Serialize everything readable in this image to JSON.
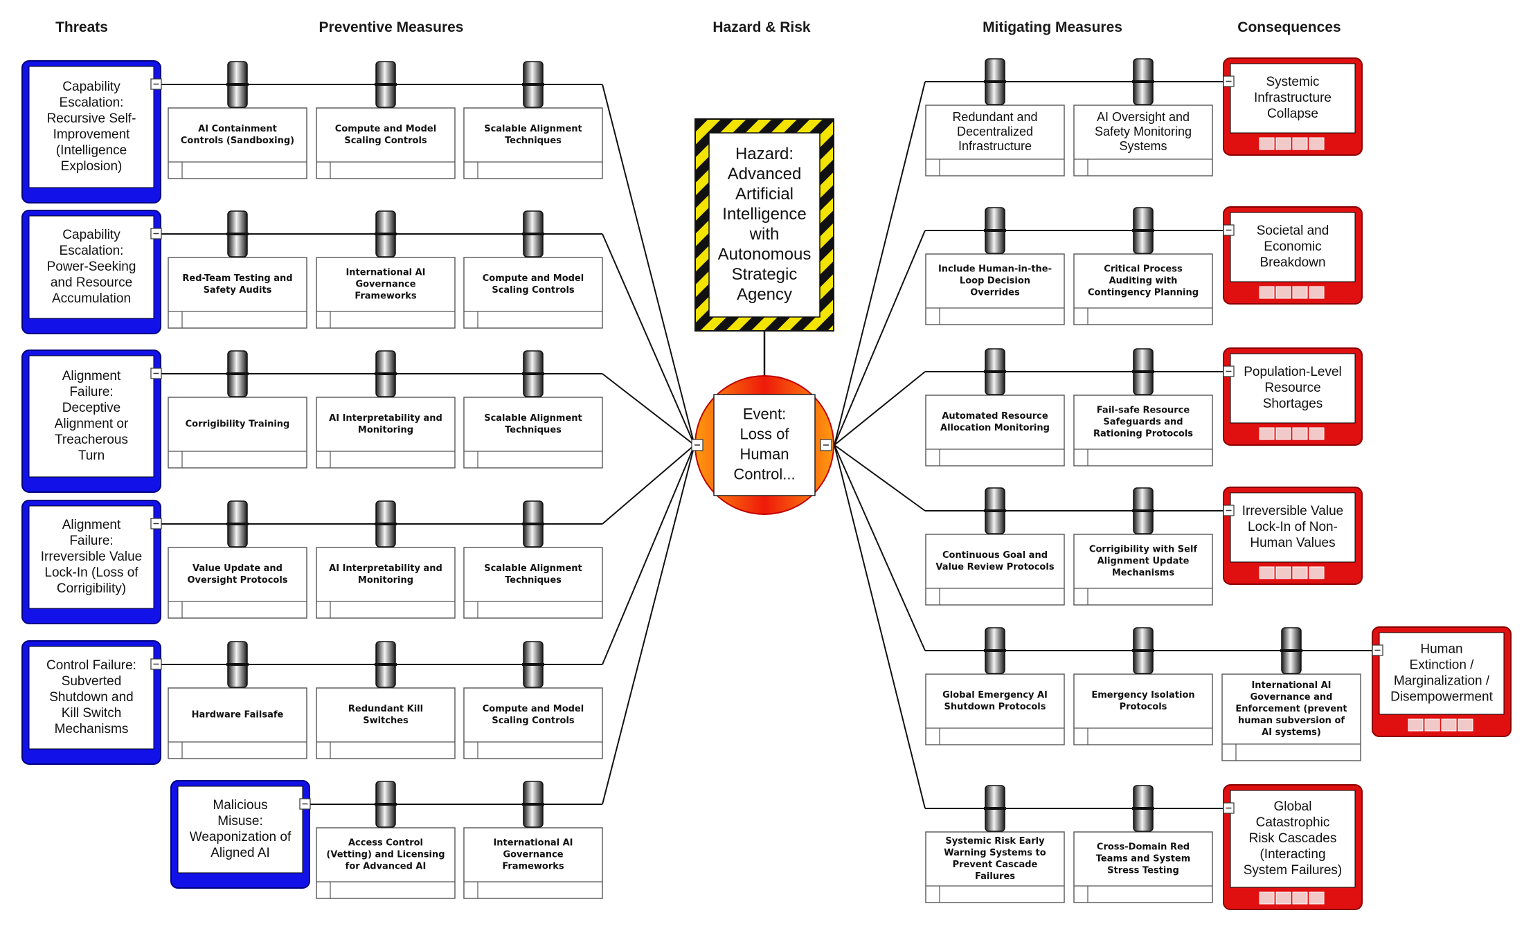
{
  "headers": {
    "threats": "Threats",
    "preventive": "Preventive Measures",
    "hazard": "Hazard & Risk",
    "mitigating": "Mitigating Measures",
    "consequences": "Consequences"
  },
  "hazard": {
    "lines": [
      "Hazard:",
      "Advanced",
      "Artificial",
      "Intelligence",
      "with",
      "Autonomous",
      "Strategic",
      "Agency"
    ]
  },
  "event": {
    "lines": [
      "Event:",
      "Loss of",
      "Human",
      "Control..."
    ]
  },
  "threats": [
    {
      "lines": [
        "Capability",
        "Escalation:",
        "Recursive Self-",
        "Improvement",
        "(Intelligence",
        "Explosion)"
      ],
      "measures": [
        [
          "AI Containment",
          "Controls (Sandboxing)"
        ],
        [
          "Compute and Model",
          "Scaling Controls"
        ],
        [
          "Scalable Alignment",
          "Techniques"
        ]
      ]
    },
    {
      "lines": [
        "Capability",
        "Escalation:",
        "Power-Seeking",
        "and Resource",
        "Accumulation"
      ],
      "measures": [
        [
          "Red-Team Testing and",
          "Safety Audits"
        ],
        [
          "International AI",
          "Governance",
          "Frameworks"
        ],
        [
          "Compute and Model",
          "Scaling Controls"
        ]
      ]
    },
    {
      "lines": [
        "Alignment",
        "Failure:",
        "Deceptive",
        "Alignment or",
        "Treacherous",
        "Turn"
      ],
      "measures": [
        [
          "Corrigibility Training"
        ],
        [
          "AI Interpretability and",
          "Monitoring"
        ],
        [
          "Scalable Alignment",
          "Techniques"
        ]
      ]
    },
    {
      "lines": [
        "Alignment",
        "Failure:",
        "Irreversible Value",
        "Lock-In (Loss of",
        "Corrigibility)"
      ],
      "measures": [
        [
          "Value Update and",
          "Oversight Protocols"
        ],
        [
          "AI Interpretability and",
          "Monitoring"
        ],
        [
          "Scalable Alignment",
          "Techniques"
        ]
      ]
    },
    {
      "lines": [
        "Control Failure:",
        "Subverted",
        "Shutdown and",
        "Kill Switch",
        "Mechanisms"
      ],
      "measures": [
        [
          "Hardware Failsafe"
        ],
        [
          "Redundant Kill",
          "Switches"
        ],
        [
          "Compute and Model",
          "Scaling Controls"
        ]
      ]
    },
    {
      "lines": [
        "Malicious",
        "Misuse:",
        "Weaponization of",
        "Aligned AI"
      ],
      "measures": [
        [
          "Access Control",
          "(Vetting) and Licensing",
          "for Advanced AI"
        ],
        [
          "International AI",
          "Governance",
          "Frameworks"
        ]
      ]
    }
  ],
  "consequences": [
    {
      "lines": [
        "Systemic",
        "Infrastructure",
        "Collapse"
      ],
      "measures": [
        [
          "Redundant and",
          "Decentralized",
          "Infrastructure"
        ],
        [
          "AI Oversight and",
          "Safety Monitoring",
          "Systems"
        ]
      ]
    },
    {
      "lines": [
        "Societal and",
        "Economic",
        "Breakdown"
      ],
      "measures": [
        [
          "Include Human-in-the-",
          "Loop Decision",
          "Overrides"
        ],
        [
          "Critical Process",
          "Auditing with",
          "Contingency Planning"
        ]
      ]
    },
    {
      "lines": [
        "Population-Level",
        "Resource",
        "Shortages"
      ],
      "measures": [
        [
          "Automated Resource",
          "Allocation Monitoring"
        ],
        [
          "Fail-safe Resource",
          "Safeguards and",
          "Rationing Protocols"
        ]
      ]
    },
    {
      "lines": [
        "Irreversible Value",
        "Lock-In of Non-",
        "Human Values"
      ],
      "measures": [
        [
          "Continuous Goal and",
          "Value Review Protocols"
        ],
        [
          "Corrigibility with Self",
          "Alignment Update",
          "Mechanisms"
        ]
      ]
    },
    {
      "lines": [
        "Human",
        "Extinction /",
        "Marginalization /",
        "Disempowerment"
      ],
      "measures": [
        [
          "Global Emergency AI",
          "Shutdown Protocols"
        ],
        [
          "Emergency Isolation",
          "Protocols"
        ],
        [
          "International AI",
          "Governance and",
          "Enforcement (prevent",
          "human subversion of",
          "AI systems)"
        ]
      ]
    },
    {
      "lines": [
        "Global",
        "Catastrophic",
        "Risk Cascades",
        "(Interacting",
        "System Failures)"
      ],
      "measures": [
        [
          "Systemic Risk Early",
          "Warning Systems to",
          "Prevent Cascade",
          "Failures"
        ],
        [
          "Cross-Domain Red",
          "Teams and System",
          "Stress Testing"
        ]
      ]
    }
  ],
  "colors": {
    "threat_blue": "#1212e8",
    "consequence_red": "#e01010",
    "event_red": "#ee1a0a",
    "event_orange": "#ff9a10",
    "hazard_yellow": "#f2e400",
    "hazard_black": "#111111"
  }
}
